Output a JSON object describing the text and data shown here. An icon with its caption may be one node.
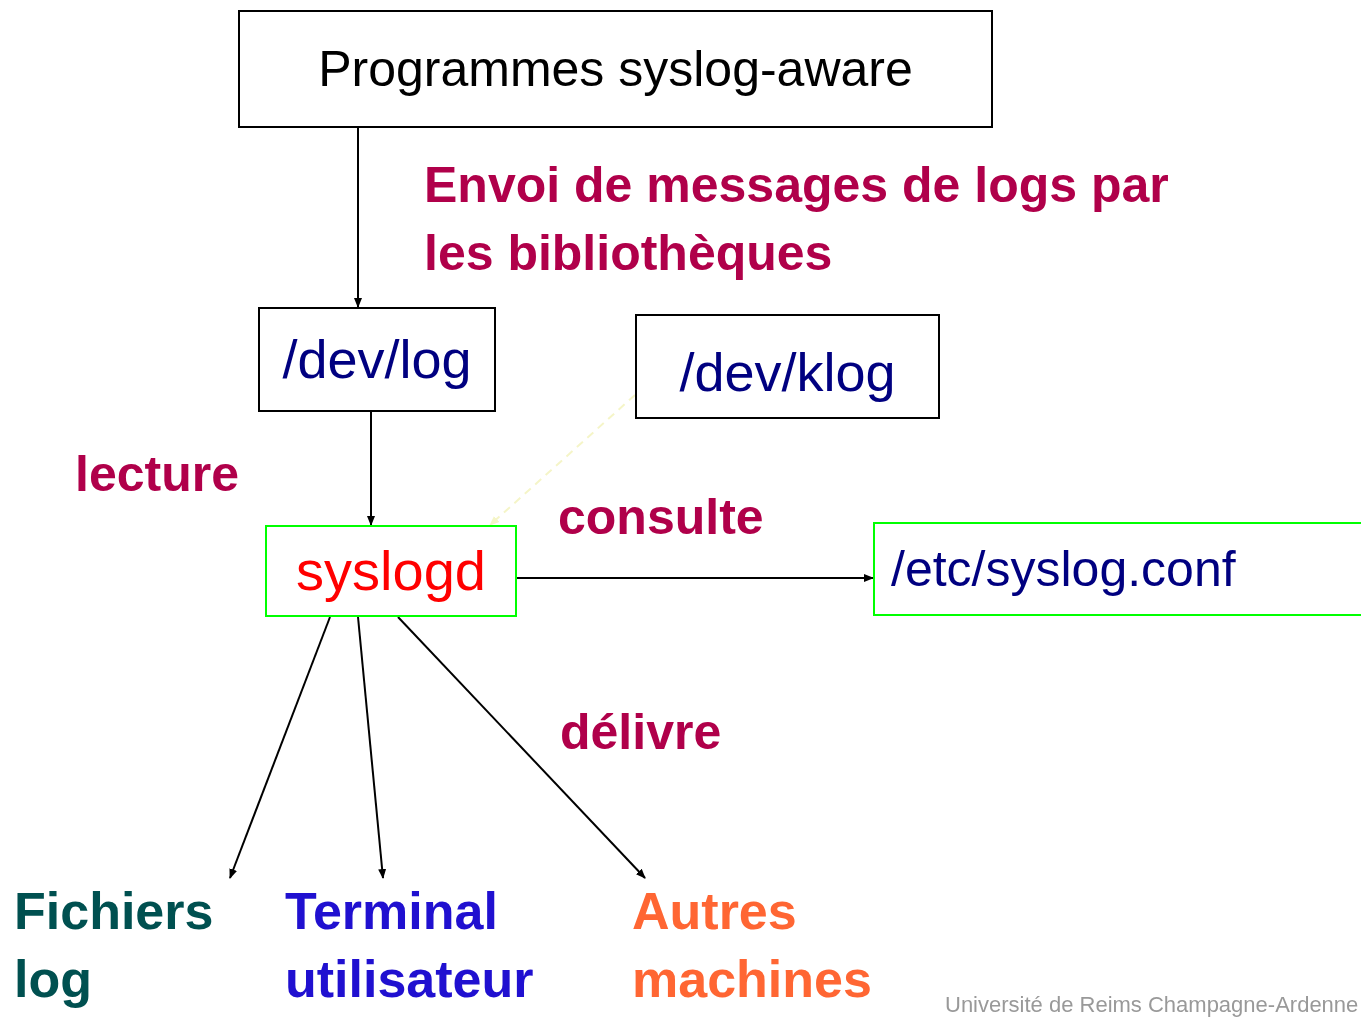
{
  "diagram": {
    "nodes": [
      {
        "text": [
          "Programmes syslog-aware"
        ]
      },
      {
        "text": [
          "/dev/log"
        ]
      },
      {
        "text": [
          "/dev/klog"
        ]
      },
      {
        "text": [
          "syslogd"
        ]
      },
      {
        "text": [
          "/etc/syslog.conf"
        ]
      },
      {
        "text": [
          "Fichiers log"
        ]
      },
      {
        "text": [
          "Terminal utilisateur"
        ]
      },
      {
        "text": [
          "Autres machines"
        ]
      }
    ],
    "edges": [
      {
        "from": 0,
        "to": 1,
        "arrow": "to"
      },
      {
        "from": 1,
        "to": 3,
        "arrow": "to"
      },
      {
        "from": 2,
        "to": 3,
        "arrow": "to",
        "style": "dashed",
        "color": "#f5f5c8"
      },
      {
        "from": 3,
        "to": 4,
        "arrow": "to"
      },
      {
        "from": 3,
        "to": 5,
        "arrow": "to"
      },
      {
        "from": 3,
        "to": 6,
        "arrow": "to"
      },
      {
        "from": 3,
        "to": 7,
        "arrow": "to"
      }
    ],
    "labels": [
      "Envoi de messages de logs par les bibliothèques",
      "lecture",
      "consulte",
      "délivre",
      "Université de Reims Champagne-Ardenne"
    ]
  }
}
